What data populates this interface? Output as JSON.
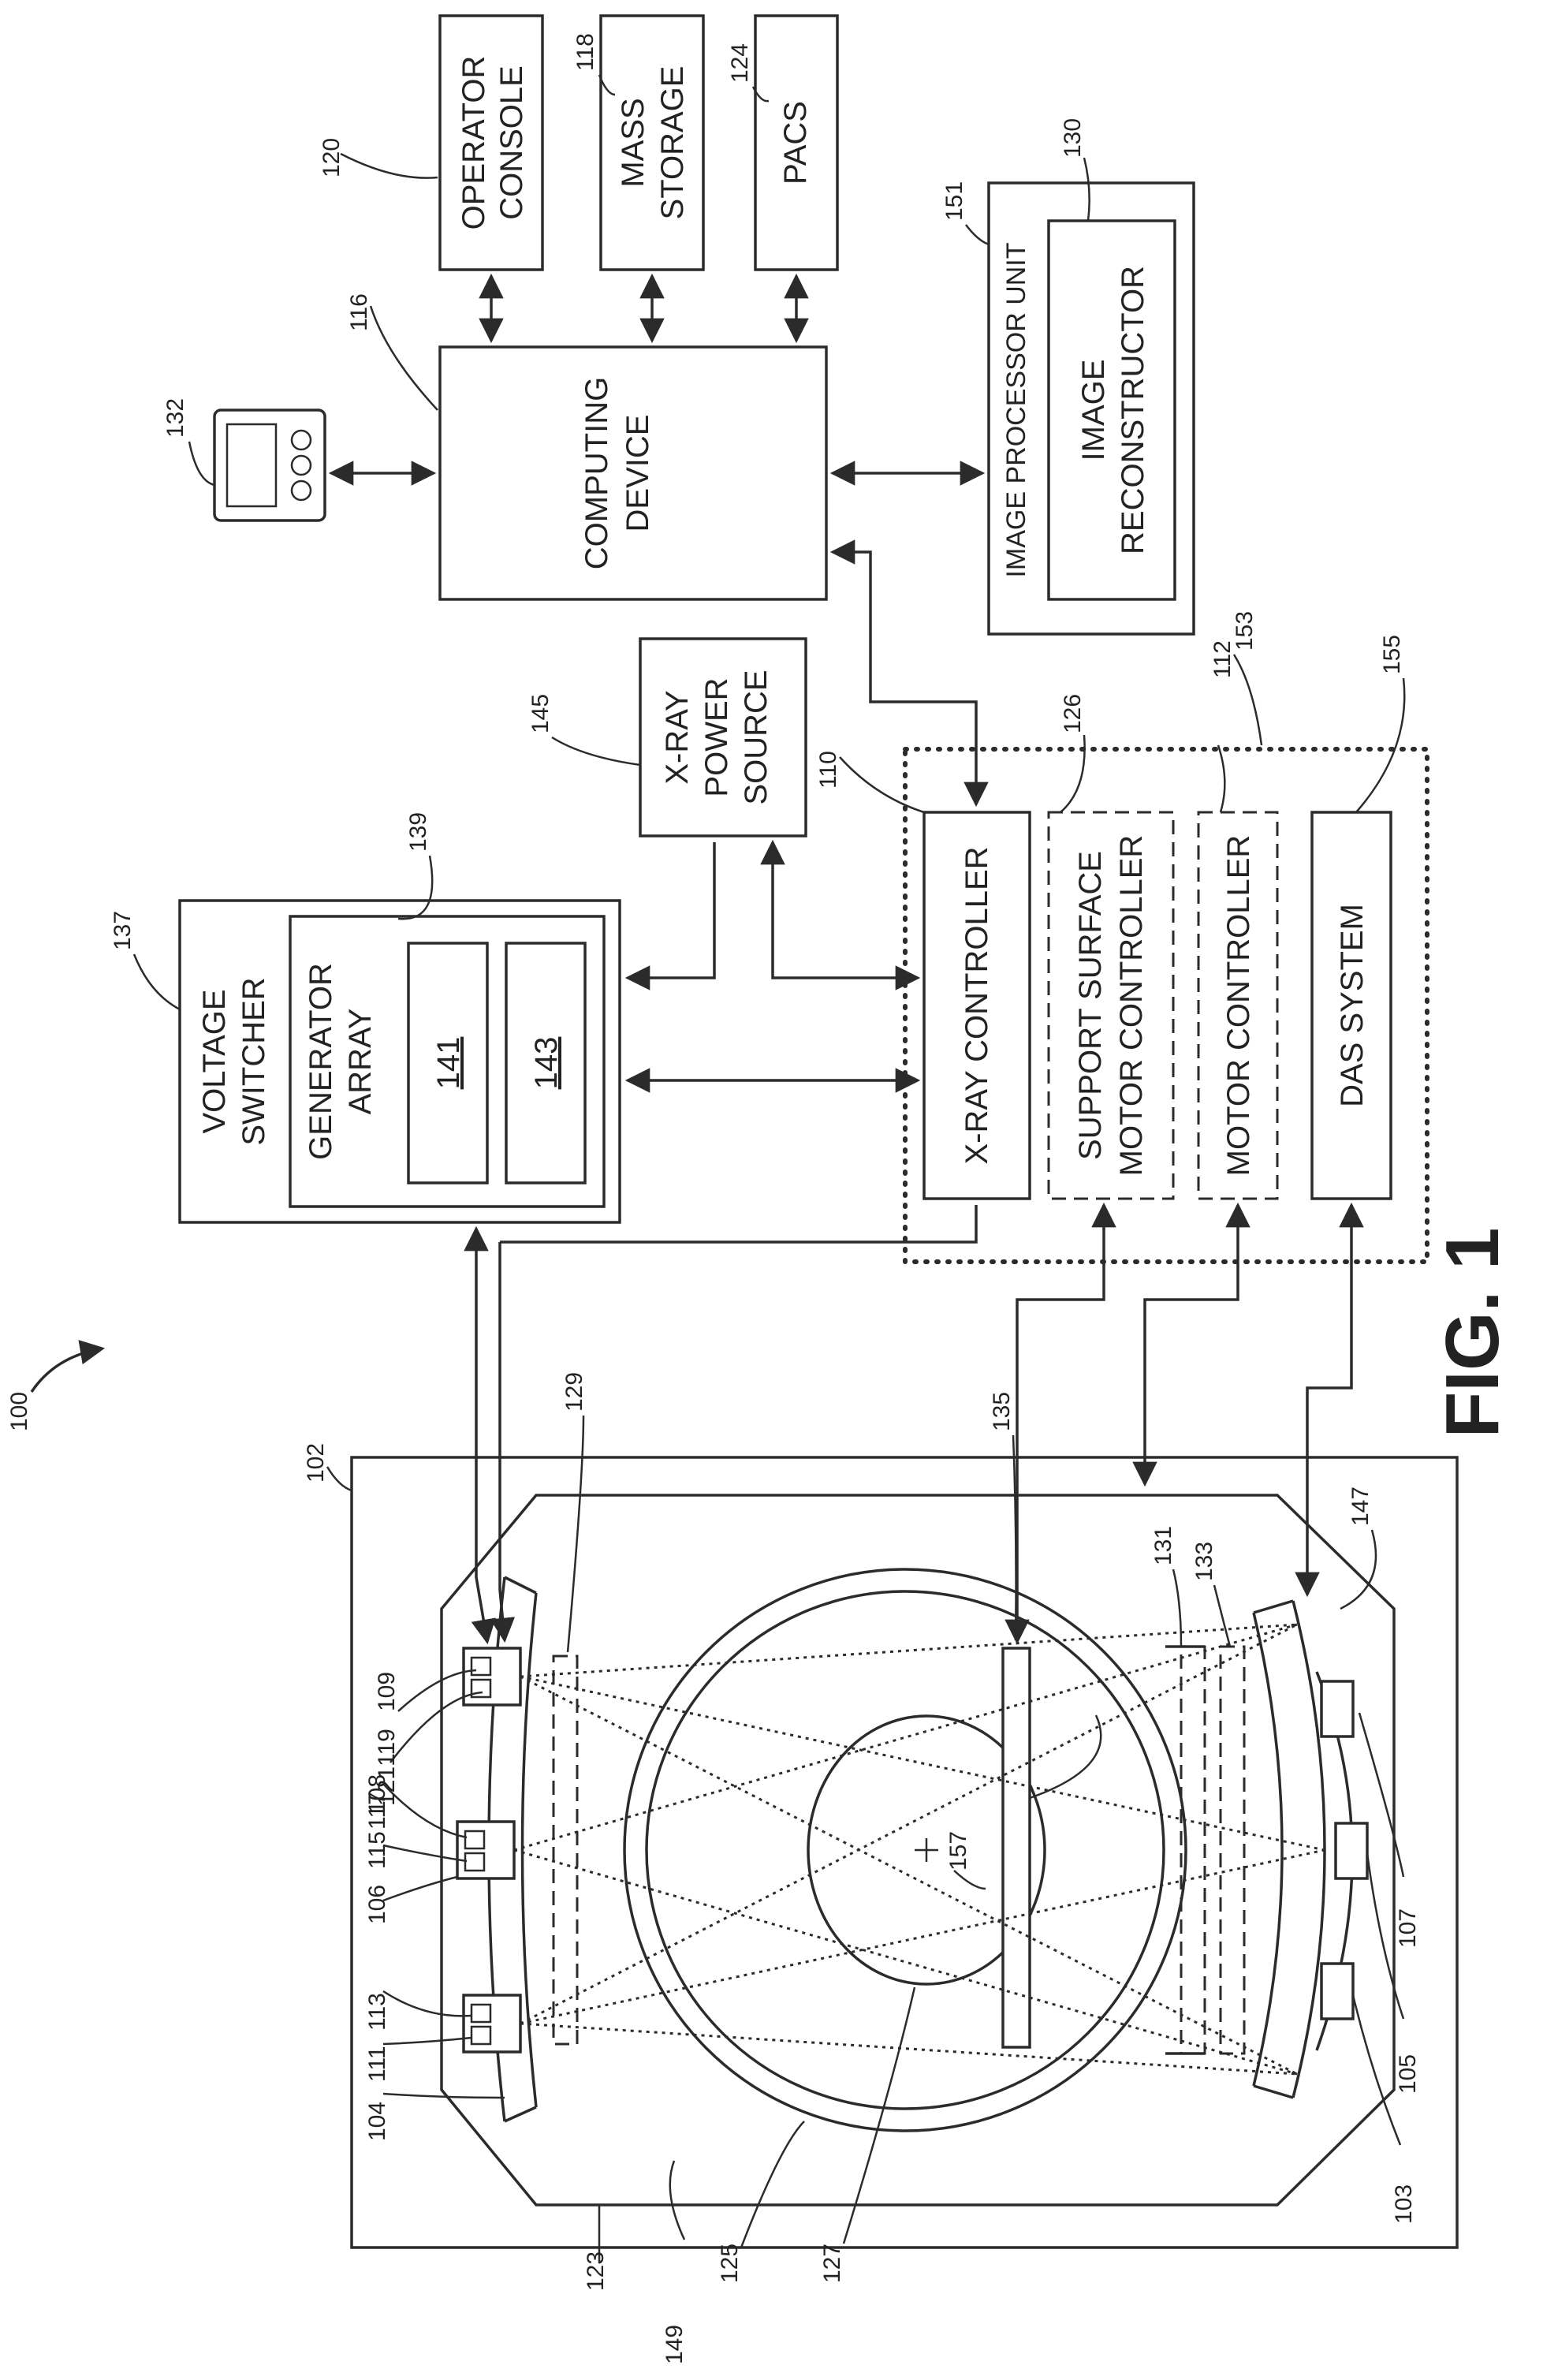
{
  "figure_label": "FIG. 1",
  "blocks": {
    "operator_console": [
      "OPERATOR",
      "CONSOLE"
    ],
    "mass_storage": [
      "MASS",
      "STORAGE"
    ],
    "pacs": [
      "PACS"
    ],
    "computing_device": [
      "COMPUTING",
      "DEVICE"
    ],
    "image_processor_unit": [
      "IMAGE PROCESSOR UNIT"
    ],
    "image_reconstructor": [
      "IMAGE",
      "RECONSTRUCTOR"
    ],
    "xray_power_source": [
      "X-RAY",
      "POWER",
      "SOURCE"
    ],
    "voltage_switcher": [
      "VOLTAGE",
      "SWITCHER"
    ],
    "generator_array": [
      "GENERATOR",
      "ARRAY"
    ],
    "gen_141": "141",
    "gen_143": "143",
    "xray_controller": "X-RAY CONTROLLER",
    "support_surface_motor_controller": [
      "SUPPORT SURFACE",
      "MOTOR CONTROLLER"
    ],
    "motor_controller": "MOTOR CONTROLLER",
    "das_system": "DAS SYSTEM"
  },
  "refs": {
    "r100": "100",
    "r102": "102",
    "r103": "103",
    "r104": "104",
    "r105": "105",
    "r106": "106",
    "r107": "107",
    "r108": "108",
    "r109": "109",
    "r110": "110",
    "r111": "111",
    "r112": "112",
    "r113": "113",
    "r115": "115",
    "r116": "116",
    "r117": "117",
    "r118": "118",
    "r119": "119",
    "r120": "120",
    "r121": "121",
    "r123": "123",
    "r124": "124",
    "r125": "125",
    "r126": "126",
    "r127": "127",
    "r129": "129",
    "r130": "130",
    "r131": "131",
    "r132": "132",
    "r133": "133",
    "r135": "135",
    "r137": "137",
    "r139": "139",
    "r145": "145",
    "r147": "147",
    "r149": "149",
    "r151": "151",
    "r153": "153",
    "r155": "155",
    "r157": "157"
  }
}
